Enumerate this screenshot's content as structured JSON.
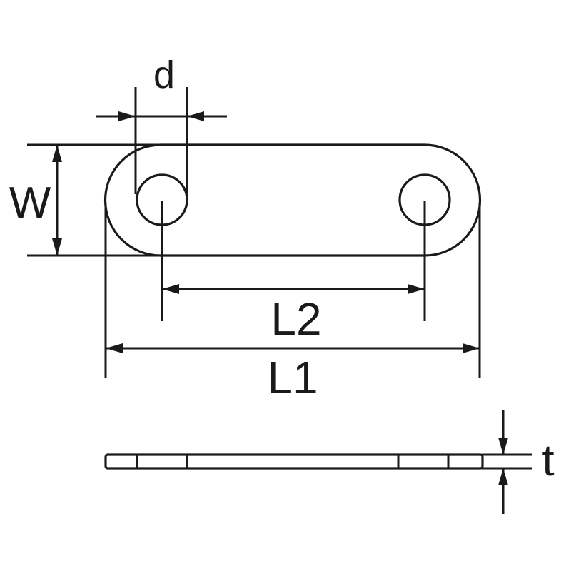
{
  "labels": {
    "d": "d",
    "W": "W",
    "L2": "L2",
    "L1": "L1",
    "t": "t"
  },
  "colors": {
    "stroke": "#1a1a1a",
    "background": "#ffffff"
  }
}
